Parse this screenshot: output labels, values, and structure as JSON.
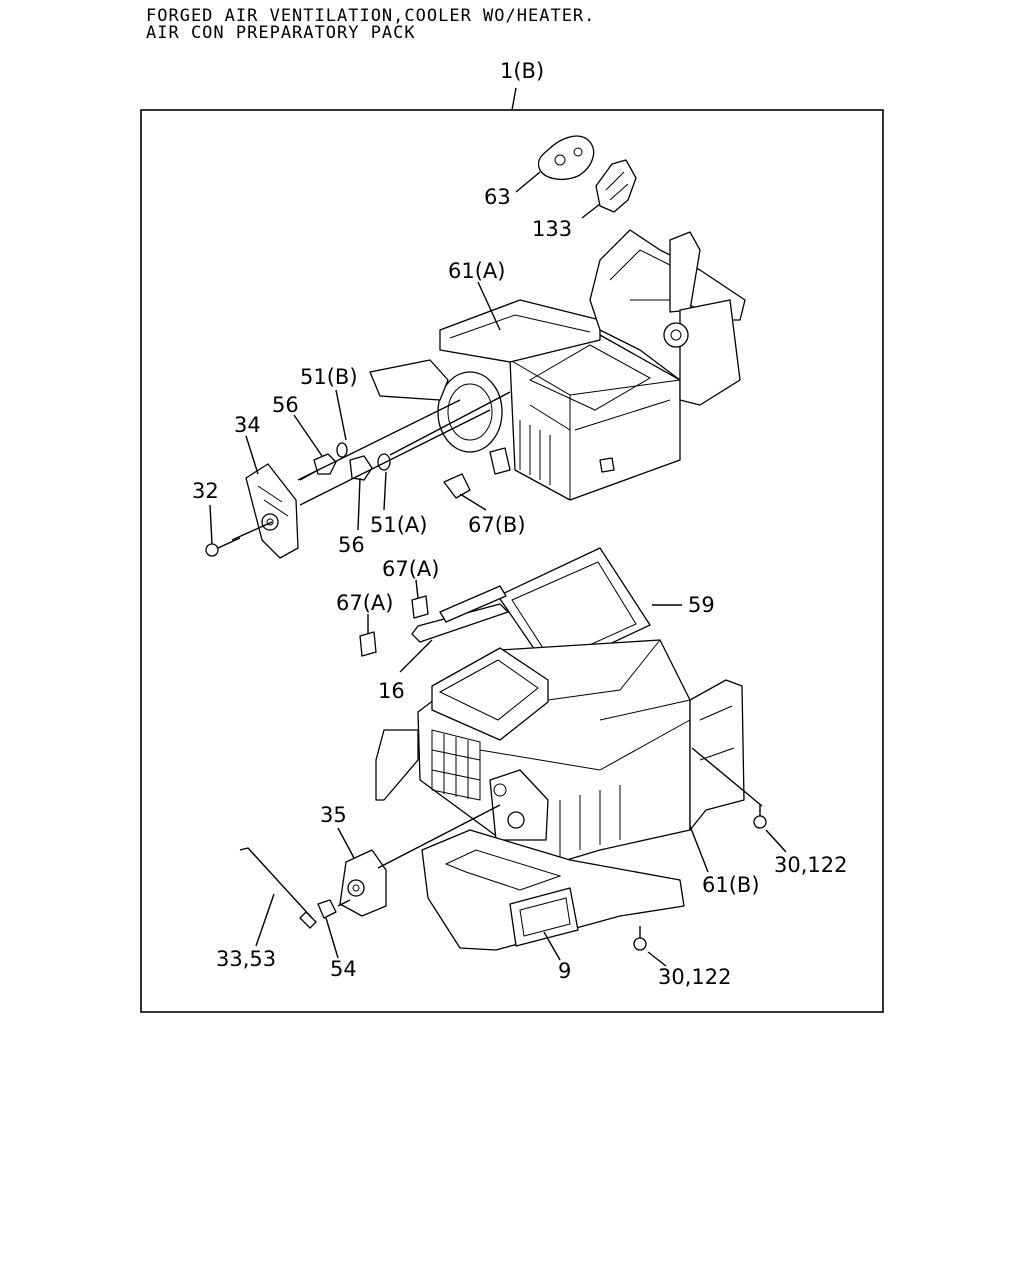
{
  "header": {
    "title_line1": "FORGED AIR VENTILATION,COOLER WO/HEATER.",
    "title_line2": "AIR CON PREPARATORY PACK"
  },
  "assembly_label": "1(B)",
  "callouts": {
    "c63": "63",
    "c133": "133",
    "c61a": "61(A)",
    "c51b": "51(B)",
    "c56a": "56",
    "c34": "34",
    "c32": "32",
    "c56b": "56",
    "c51a": "51(A)",
    "c67b": "67(B)",
    "c67a1": "67(A)",
    "c67a2": "67(A)",
    "c59": "59",
    "c16": "16",
    "c35": "35",
    "c61b": "61(B)",
    "c30a": "30,122",
    "c3353": "33,53",
    "c54": "54",
    "c9": "9",
    "c30b": "30,122"
  }
}
